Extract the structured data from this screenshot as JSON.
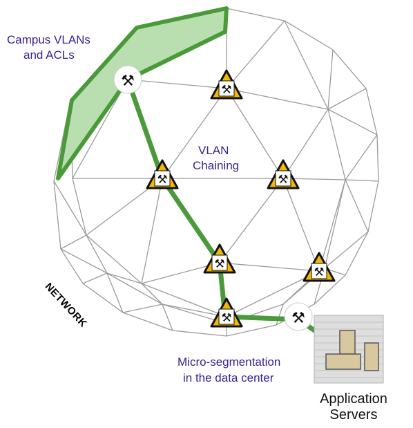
{
  "labels": {
    "campus_line1": "Campus VLANs",
    "campus_line2": "and  ACLs",
    "vlan_line1": "VLAN",
    "vlan_line2": "Chaining",
    "network": "NETWORK",
    "micro_line1": "Micro-segmentation",
    "micro_line2": "in the data center",
    "servers_line1": "Application",
    "servers_line2": "Servers"
  },
  "colors": {
    "path_green": "#4a9a3a",
    "region_fill": "#b9dfb0",
    "warning_yellow": "#f5b800",
    "label_purple": "#3b1e8e",
    "mesh_gray": "#9a9a9a"
  },
  "icons": {
    "tool_circle": "tools-icon",
    "tool_warning": "warning-tools-icon",
    "server": "server-icon"
  }
}
